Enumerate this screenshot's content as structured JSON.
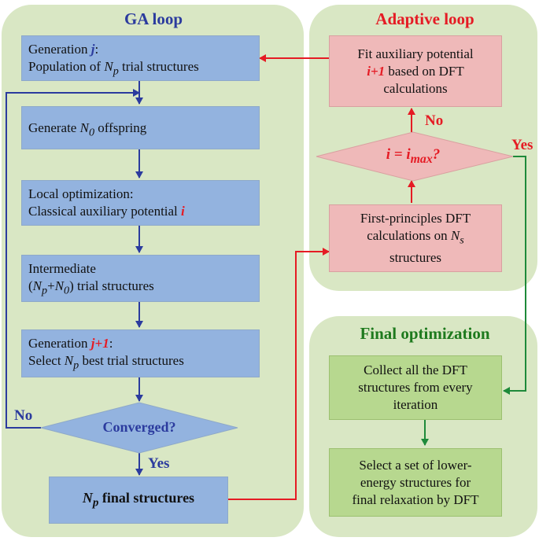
{
  "ga_loop": {
    "title": "GA loop",
    "gen_j": {
      "prefix": "Generation ",
      "var": "j",
      "suffix": ":",
      "line2_pre": "Population of ",
      "Np_N": "N",
      "Np_sub": "p",
      "line2_post": " trial structures"
    },
    "offspring": {
      "pre": "Generate ",
      "N": "N",
      "sub": "0",
      "post": " offspring"
    },
    "local_opt": {
      "line1": "Local optimization:",
      "line2": "Classical auxiliary potential ",
      "var": "i"
    },
    "intermediate": {
      "line1": "Intermediate",
      "open": "(",
      "N1": "N",
      "sub1": "p",
      "plus": "+",
      "N2": "N",
      "sub2": "0",
      "post": ") trial structures"
    },
    "gen_j1": {
      "prefix": "Generation ",
      "var": "j+1",
      "suffix": ":",
      "line2_pre": "Select ",
      "N": "N",
      "sub": "p",
      "line2_post": " best trial structures"
    },
    "converged": "Converged?",
    "no": "No",
    "yes": "Yes",
    "final": {
      "N": "N",
      "sub": "p",
      "post": " final structures"
    }
  },
  "adaptive_loop": {
    "title": "Adaptive loop",
    "fit": {
      "line1": "Fit auxiliary potential",
      "var": "i+1",
      "line2_post": " based on DFT",
      "line3": "calculations"
    },
    "decision": {
      "i": "i",
      "eq": " = ",
      "imax_i": "i",
      "imax_sub": "max",
      "q": "?"
    },
    "no": "No",
    "yes": "Yes",
    "dft": {
      "line1": "First-principles DFT",
      "line2_pre": "calculations on ",
      "N": "N",
      "sub": "s",
      "line3": "structures"
    }
  },
  "final_optimization": {
    "title": "Final optimization",
    "collect": {
      "line1": "Collect all the DFT",
      "line2": "structures from every",
      "line3": "iteration"
    },
    "select": {
      "line1": "Select a set of lower-",
      "line2": "energy structures for",
      "line3": "final relaxation by DFT"
    }
  },
  "colors": {
    "panel_bg": "#d9e7c4",
    "blue_box": "#93b3df",
    "pink_box": "#efb9b9",
    "green_box": "#b7d88f",
    "blue_text": "#2b3b9e",
    "red_text": "#e51b24",
    "green_text": "#1e7a1e"
  }
}
